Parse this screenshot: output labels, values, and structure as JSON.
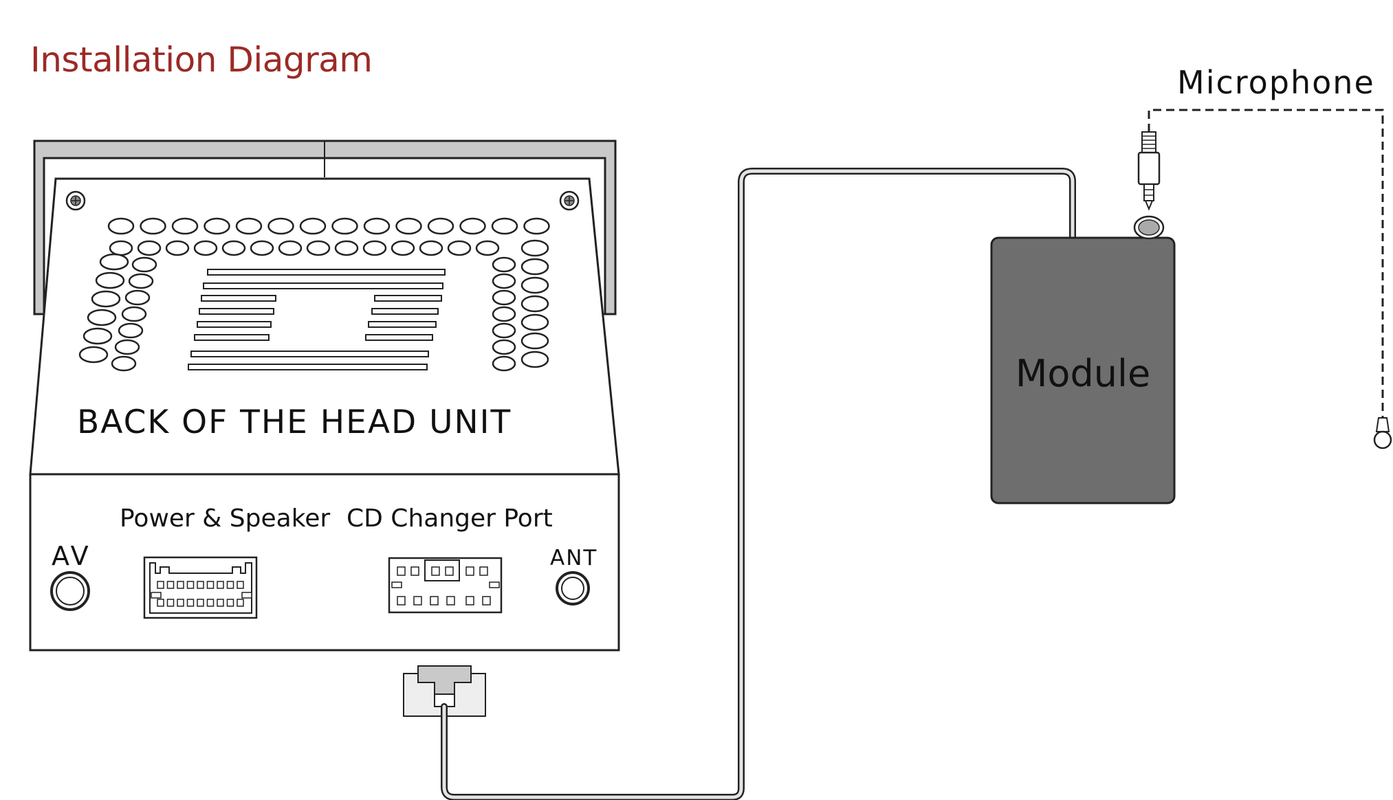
{
  "title": "Installation Diagram",
  "labels": {
    "head_unit": "BACK OF THE HEAD UNIT",
    "power_speaker": "Power & Speaker",
    "cd_changer": "CD Changer Port",
    "av": "AV",
    "ant": "ANT",
    "module": "Module",
    "microphone": "Microphone"
  },
  "colors": {
    "title": "#9b2a26",
    "module_fill": "#6e6e6e",
    "bracket_fill": "#c9c9c9"
  }
}
